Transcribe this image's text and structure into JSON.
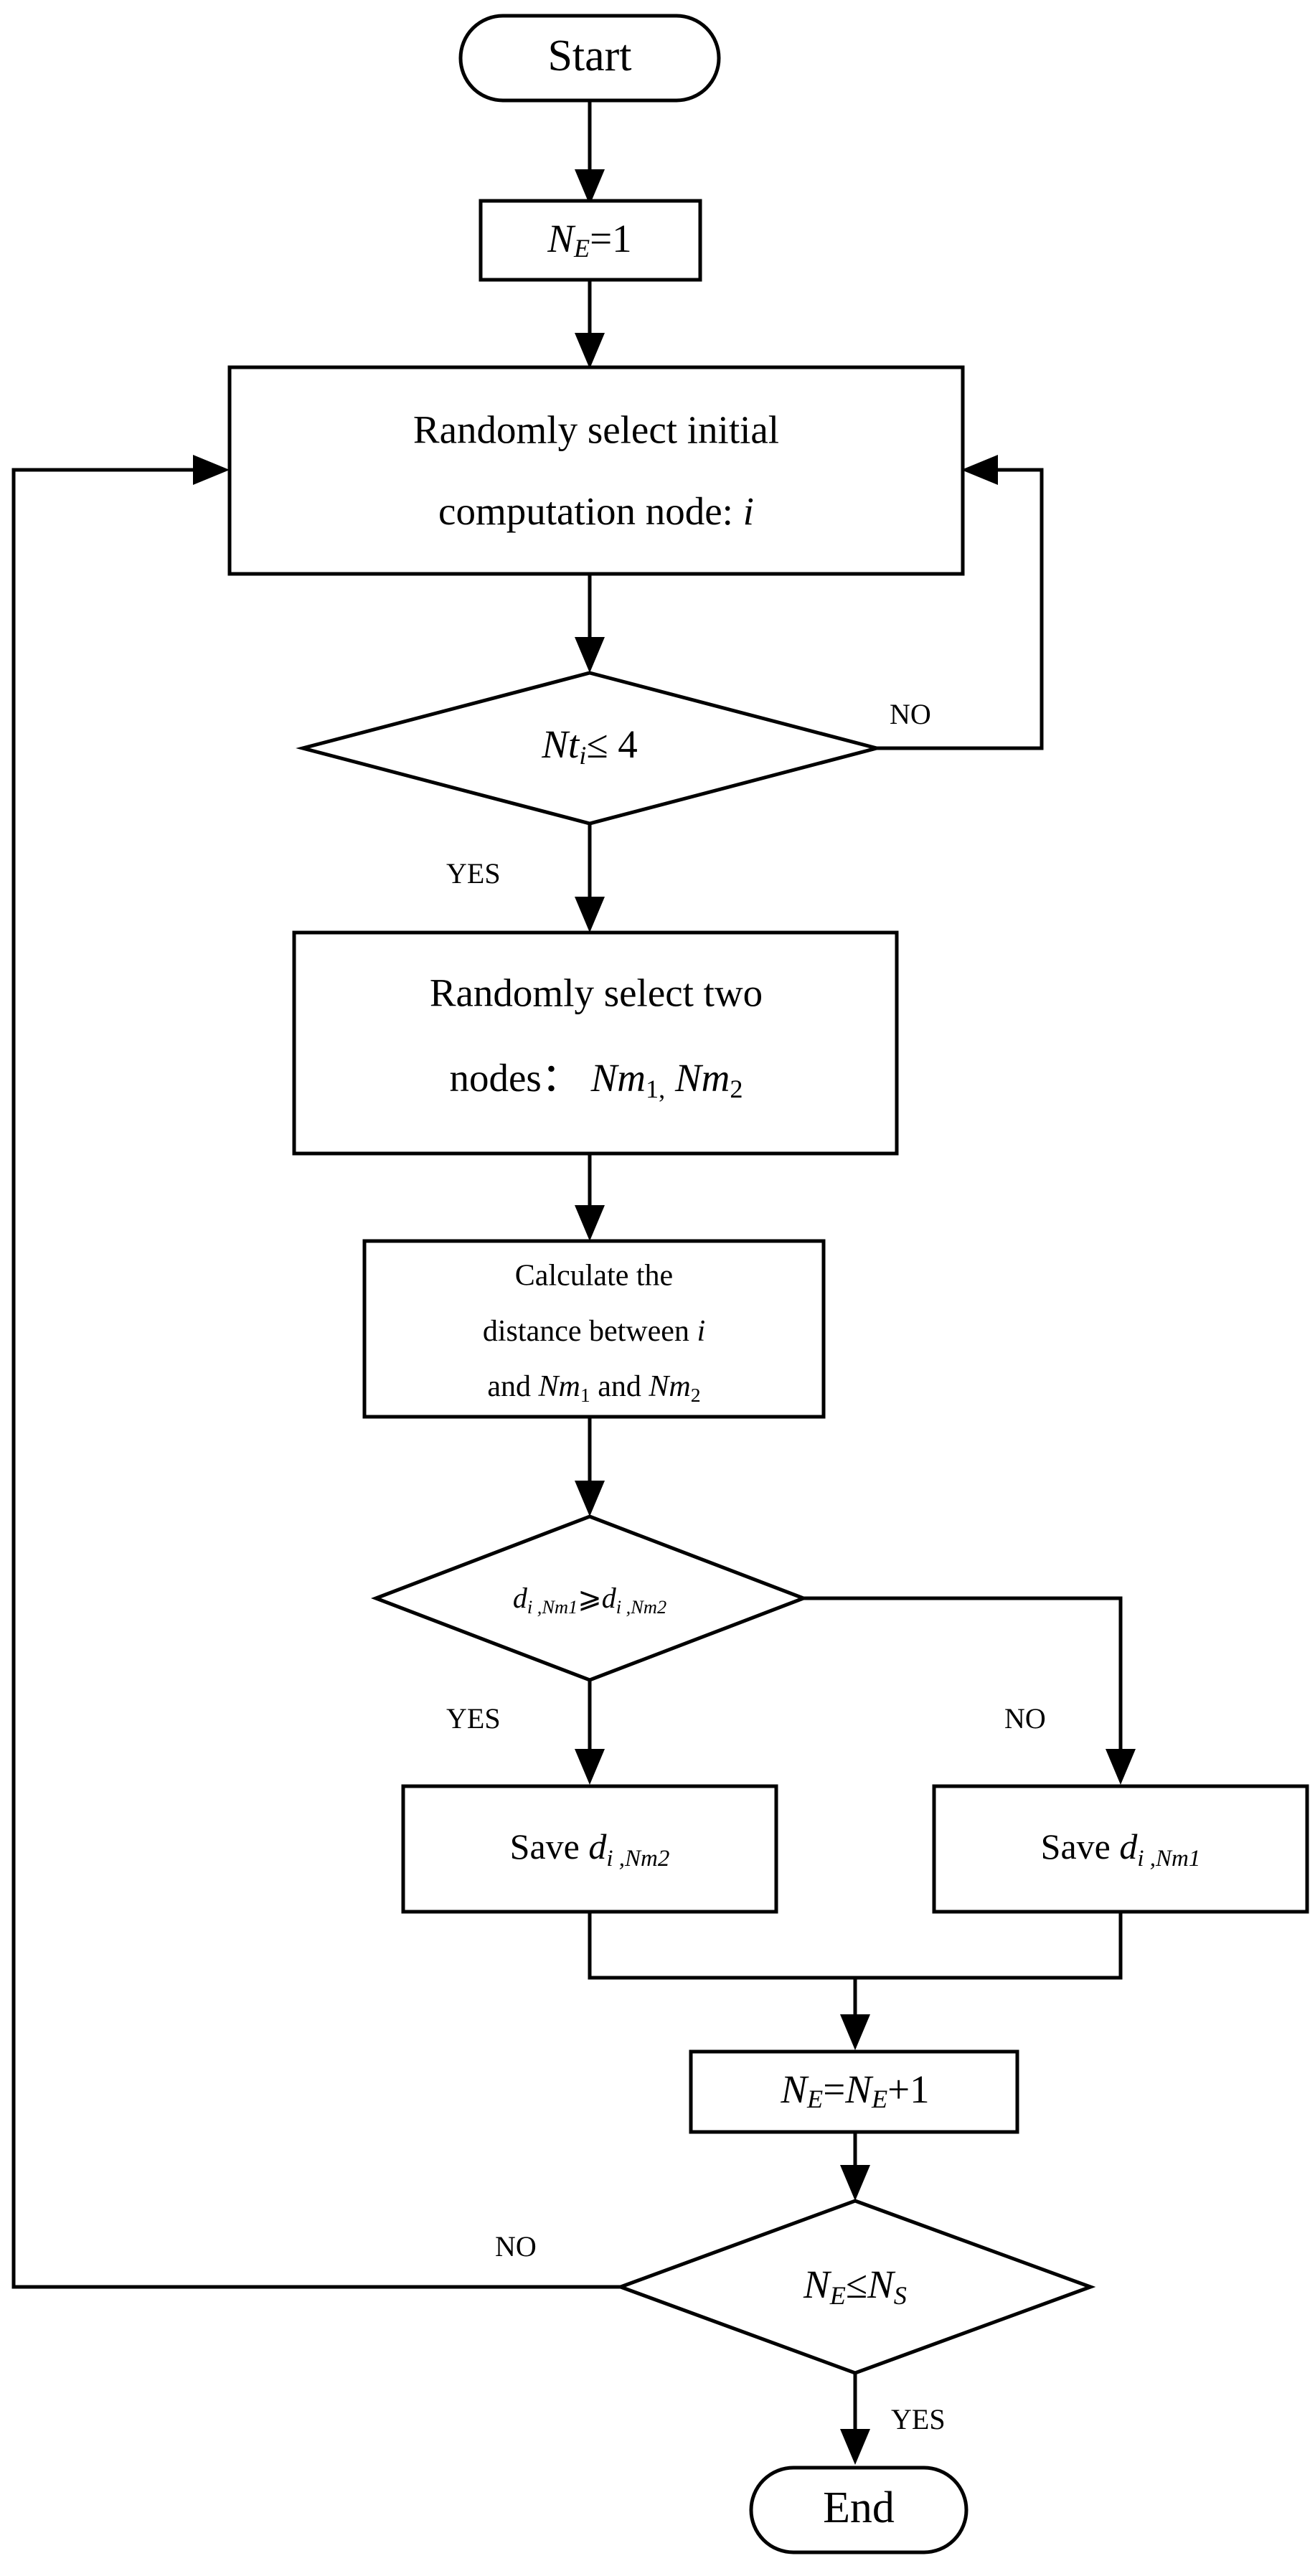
{
  "diagram": {
    "title": "Random node-pair distance sampling flowchart",
    "background_color": "#ffffff",
    "line_color": "#000000",
    "nodes": {
      "start": {
        "label": "Start",
        "shape": "terminator"
      },
      "init_counter": {
        "label_prefix": "N",
        "label_sub": "E",
        "label_suffix": "=1",
        "shape": "process"
      },
      "select_initial_node": {
        "line1": "Randomly select initial",
        "line2_prefix": "computation node: ",
        "line2_italic": "i",
        "shape": "process"
      },
      "decision_nt": {
        "prefix": "Nt",
        "sub": "i",
        "suffix": "≤ 4",
        "shape": "decision"
      },
      "select_two_nodes": {
        "line1": "Randomly select two",
        "line2_prefix": "nodes：  ",
        "line2_a": "Nm",
        "line2_a_sub": "1,",
        "line2_b": " Nm",
        "line2_b_sub": "2",
        "shape": "process"
      },
      "calculate_distance": {
        "line1": "Calculate the",
        "line2_prefix": "distance between ",
        "line2_italic": "i",
        "line3_prefix": "and ",
        "line3_a": "Nm",
        "line3_a_sub": "1",
        "line3_mid": " and ",
        "line3_b": "Nm",
        "line3_b_sub": "2",
        "shape": "process"
      },
      "decision_distance": {
        "left_var": "d",
        "left_sub": "i ,Nm1",
        "operator": "⩾",
        "right_var": "d",
        "right_sub": "i ,Nm2",
        "shape": "decision"
      },
      "save_nm2": {
        "prefix": "Save ",
        "var": "d",
        "sub": "i ,Nm2",
        "shape": "process"
      },
      "save_nm1": {
        "prefix": "Save ",
        "var": "d",
        "sub": "i ,Nm1",
        "shape": "process"
      },
      "increment_counter": {
        "a_var": "N",
        "a_sub": "E",
        "eq": "=",
        "b_var": "N",
        "b_sub": "E",
        "plus": "+1",
        "shape": "process"
      },
      "decision_ne": {
        "left_var": "N",
        "left_sub": "E",
        "operator": "≤",
        "right_var": "N",
        "right_sub": "S",
        "shape": "decision"
      },
      "end": {
        "label": "End",
        "shape": "terminator"
      }
    },
    "edge_labels": {
      "nt_no": "NO",
      "nt_yes": "YES",
      "dist_yes": "YES",
      "dist_no": "NO",
      "ne_no": "NO",
      "ne_yes": "YES"
    }
  }
}
